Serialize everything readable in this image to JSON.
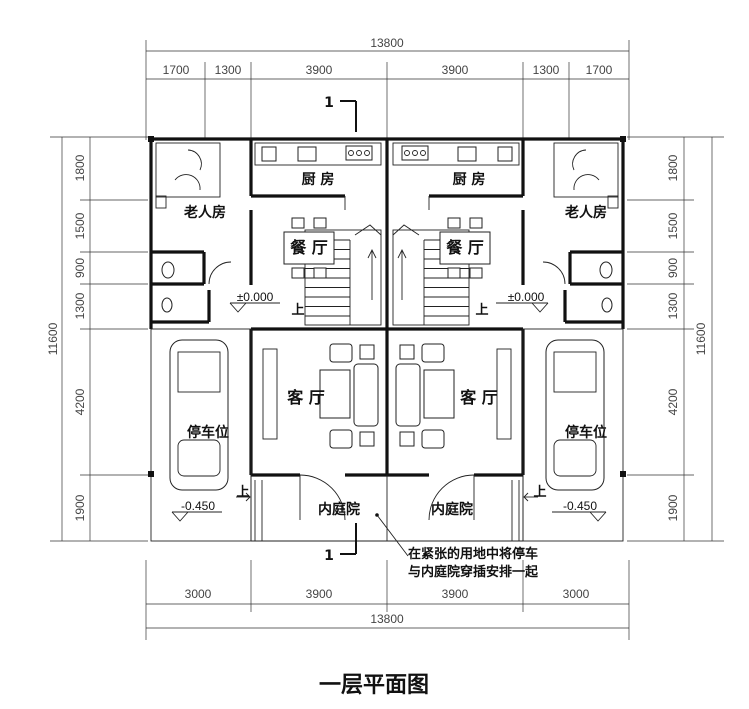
{
  "title": "一层平面图",
  "dims": {
    "top_total": "13800",
    "top_segments": [
      "1700",
      "1300",
      "3900",
      "3900",
      "1300",
      "1700"
    ],
    "bottom_total": "13800",
    "bottom_segments": [
      "3000",
      "3900",
      "3900",
      "3000"
    ],
    "left_total": "11600",
    "left_segments": [
      "1800",
      "1500",
      "900",
      "1300",
      "4200",
      "1900"
    ],
    "right_total": "11600",
    "right_segments": [
      "1800",
      "1500",
      "900",
      "1300",
      "4200",
      "1900"
    ]
  },
  "rooms": {
    "kitchen_left": "厨 房",
    "kitchen_right": "厨 房",
    "elder_left": "老人房",
    "elder_right": "老人房",
    "dining_left": "餐 厅",
    "dining_right": "餐 厅",
    "living_left": "客 厅",
    "living_right": "客 厅",
    "parking_left": "停车位",
    "parking_right": "停车位",
    "courtyard_left": "内庭院",
    "courtyard_right": "内庭院"
  },
  "levels": {
    "floor_left": "±0.000",
    "floor_right": "±0.000",
    "parking_left": "-0.450",
    "parking_right": "-0.450"
  },
  "stair_labels": [
    "上",
    "上",
    "上",
    "上"
  ],
  "section_marks": [
    "1",
    "1"
  ],
  "annotation": [
    "在紧张的用地中将停车",
    "与内庭院穿插安排一起"
  ]
}
